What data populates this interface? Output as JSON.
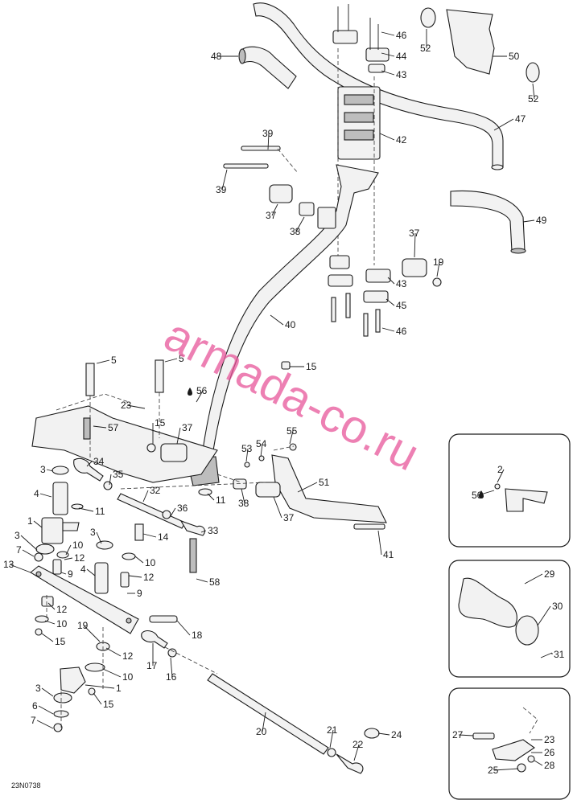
{
  "drawing_code": "23N0738",
  "watermark": "armada-co.ru",
  "callouts": [
    {
      "key": "c46a",
      "label": "46"
    },
    {
      "key": "c44",
      "label": "44"
    },
    {
      "key": "c43a",
      "label": "43"
    },
    {
      "key": "c52a",
      "label": "52"
    },
    {
      "key": "c50",
      "label": "50"
    },
    {
      "key": "c52b",
      "label": "52"
    },
    {
      "key": "c48",
      "label": "48"
    },
    {
      "key": "c47",
      "label": "47"
    },
    {
      "key": "c42",
      "label": "42"
    },
    {
      "key": "c39a",
      "label": "39"
    },
    {
      "key": "c39b",
      "label": "39"
    },
    {
      "key": "c37a",
      "label": "37"
    },
    {
      "key": "c38a",
      "label": "38"
    },
    {
      "key": "c49",
      "label": "49"
    },
    {
      "key": "c37b",
      "label": "37"
    },
    {
      "key": "c19a",
      "label": "19"
    },
    {
      "key": "c43b",
      "label": "43"
    },
    {
      "key": "c45",
      "label": "45"
    },
    {
      "key": "c46b",
      "label": "46"
    },
    {
      "key": "c40",
      "label": "40"
    },
    {
      "key": "c5a",
      "label": "5"
    },
    {
      "key": "c5b",
      "label": "5"
    },
    {
      "key": "c15a",
      "label": "15"
    },
    {
      "key": "c56a",
      "label": "56"
    },
    {
      "key": "c23a",
      "label": "23"
    },
    {
      "key": "c57",
      "label": "57"
    },
    {
      "key": "c15b",
      "label": "15"
    },
    {
      "key": "c37c",
      "label": "37"
    },
    {
      "key": "c55",
      "label": "55"
    },
    {
      "key": "c54",
      "label": "54"
    },
    {
      "key": "c53",
      "label": "53"
    },
    {
      "key": "c3a",
      "label": "3"
    },
    {
      "key": "c34",
      "label": "34"
    },
    {
      "key": "c35",
      "label": "35"
    },
    {
      "key": "c4a",
      "label": "4"
    },
    {
      "key": "c32",
      "label": "32"
    },
    {
      "key": "c51",
      "label": "51"
    },
    {
      "key": "c38b",
      "label": "38"
    },
    {
      "key": "c11a",
      "label": "11"
    },
    {
      "key": "c11b",
      "label": "11"
    },
    {
      "key": "c36",
      "label": "36"
    },
    {
      "key": "c37d",
      "label": "37"
    },
    {
      "key": "c1a",
      "label": "1"
    },
    {
      "key": "c3b",
      "label": "3"
    },
    {
      "key": "c14",
      "label": "14"
    },
    {
      "key": "c33",
      "label": "33"
    },
    {
      "key": "c3c",
      "label": "3"
    },
    {
      "key": "c7a",
      "label": "7"
    },
    {
      "key": "c10a",
      "label": "10"
    },
    {
      "key": "c12a",
      "label": "12"
    },
    {
      "key": "c9a",
      "label": "9"
    },
    {
      "key": "c10b",
      "label": "10"
    },
    {
      "key": "c41",
      "label": "41"
    },
    {
      "key": "c13",
      "label": "13"
    },
    {
      "key": "c4b",
      "label": "4"
    },
    {
      "key": "c12b",
      "label": "12"
    },
    {
      "key": "c58",
      "label": "58"
    },
    {
      "key": "c9b",
      "label": "9"
    },
    {
      "key": "c12c",
      "label": "12"
    },
    {
      "key": "c10c",
      "label": "10"
    },
    {
      "key": "c15c",
      "label": "15"
    },
    {
      "key": "c19b",
      "label": "19"
    },
    {
      "key": "c18",
      "label": "18"
    },
    {
      "key": "c12d",
      "label": "12"
    },
    {
      "key": "c17",
      "label": "17"
    },
    {
      "key": "c16",
      "label": "16"
    },
    {
      "key": "c10d",
      "label": "10"
    },
    {
      "key": "c1b",
      "label": "1"
    },
    {
      "key": "c3d",
      "label": "3"
    },
    {
      "key": "c15d",
      "label": "15"
    },
    {
      "key": "c6",
      "label": "6"
    },
    {
      "key": "c7b",
      "label": "7"
    },
    {
      "key": "c20",
      "label": "20"
    },
    {
      "key": "c21",
      "label": "21"
    },
    {
      "key": "c24",
      "label": "24"
    },
    {
      "key": "c22",
      "label": "22"
    },
    {
      "key": "c2",
      "label": "2"
    },
    {
      "key": "c56b",
      "label": "56"
    },
    {
      "key": "c29",
      "label": "29"
    },
    {
      "key": "c30",
      "label": "30"
    },
    {
      "key": "c31",
      "label": "31"
    },
    {
      "key": "c27",
      "label": "27"
    },
    {
      "key": "c23b",
      "label": "23"
    },
    {
      "key": "c26",
      "label": "26"
    },
    {
      "key": "c25",
      "label": "25"
    },
    {
      "key": "c28",
      "label": "28"
    }
  ],
  "icons": {
    "lubricant": "oil-drop-icon"
  }
}
